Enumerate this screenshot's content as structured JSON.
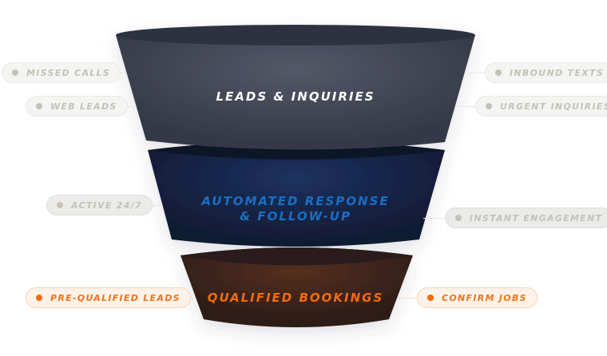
{
  "stages": [
    {
      "label": "LEADS & INQUIRIES",
      "color": "#ffffff"
    },
    {
      "label_line1": "AUTOMATED RESPONSE",
      "label_line2": "& FOLLOW-UP",
      "color": "#1a6fc4"
    },
    {
      "label": "QUALIFIED BOOKINGS",
      "color": "#f26b0f"
    }
  ],
  "left_tags": [
    "MISSED CALLS",
    "WEB LEADS",
    "ACTIVE 24/7",
    "PRE-QUALIFIED LEADS"
  ],
  "right_tags": [
    "INBOUND TEXTS",
    "URGENT INQUIRIES",
    "INSTANT ENGAGEMENT",
    "CONFIRM JOBS"
  ]
}
